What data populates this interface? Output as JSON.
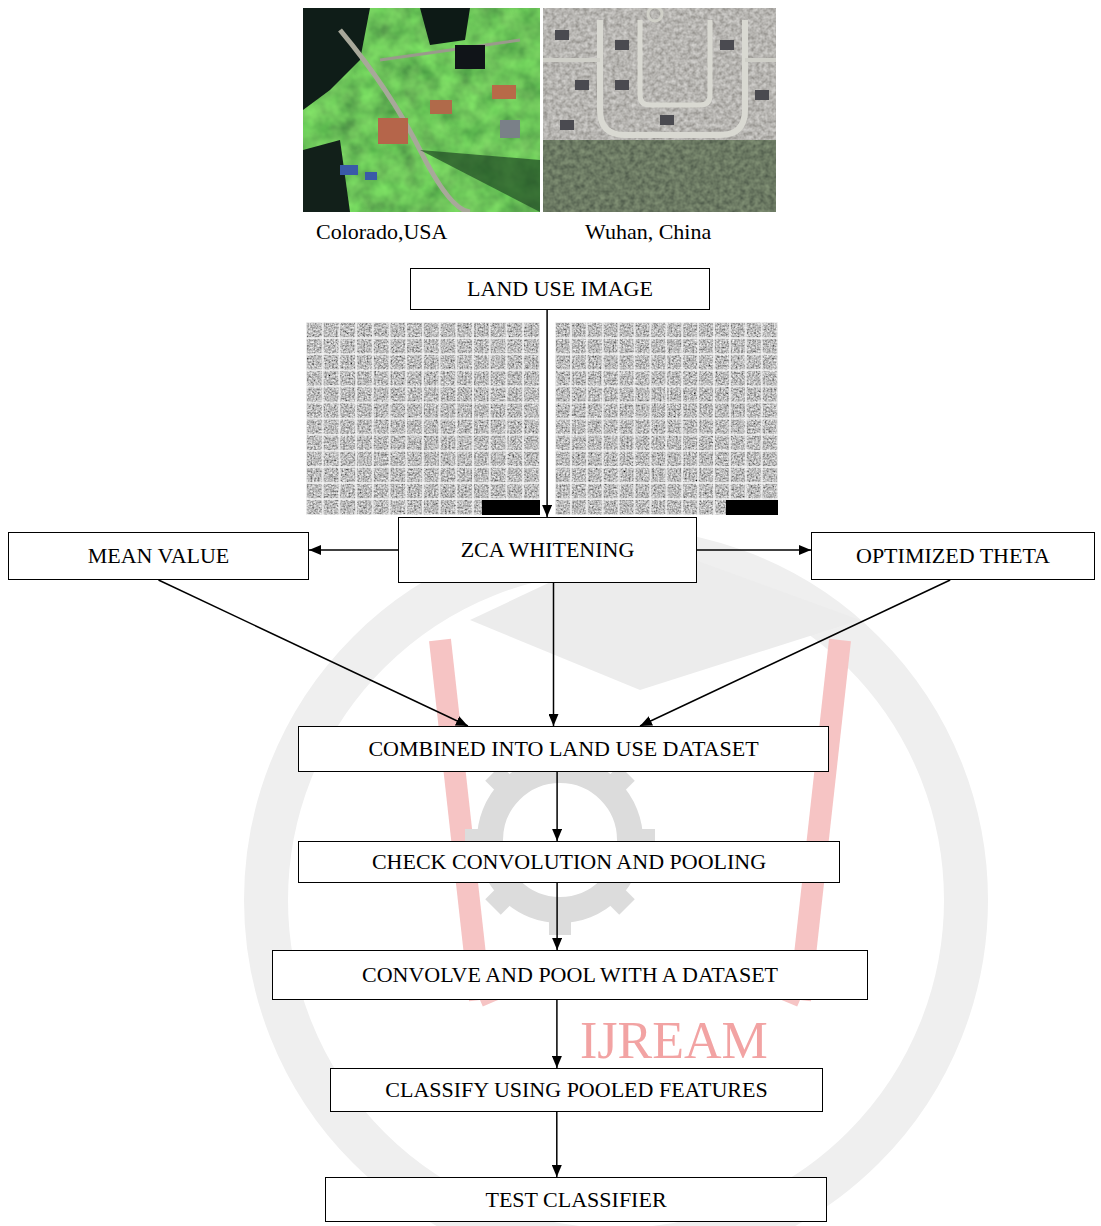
{
  "diagram": {
    "nodes": [
      {
        "text": [
          "LAND USE IMAGE"
        ]
      },
      {
        "text": [
          "MEAN VALUE"
        ]
      },
      {
        "text": [
          "ZCA WHITENING"
        ]
      },
      {
        "text": [
          "OPTIMIZED THETA"
        ]
      },
      {
        "text": [
          "COMBINED INTO LAND USE DATASET"
        ]
      },
      {
        "text": [
          "CHECK CONVOLUTION AND POOLING"
        ]
      },
      {
        "text": [
          "CONVOLVE AND POOL WITH A DATASET"
        ]
      },
      {
        "text": [
          "CLASSIFY USING POOLED FEATURES"
        ]
      },
      {
        "text": [
          "TEST CLASSIFIER"
        ]
      }
    ],
    "edges": [
      {
        "from": 0,
        "to": 2,
        "arrow": "to"
      },
      {
        "from": 2,
        "to": 1,
        "arrow": "to"
      },
      {
        "from": 2,
        "to": 3,
        "arrow": "to"
      },
      {
        "from": 1,
        "to": 4,
        "arrow": "to"
      },
      {
        "from": 2,
        "to": 4,
        "arrow": "to"
      },
      {
        "from": 3,
        "to": 4,
        "arrow": "to"
      },
      {
        "from": 4,
        "to": 5,
        "arrow": "to"
      },
      {
        "from": 5,
        "to": 6,
        "arrow": "to"
      },
      {
        "from": 6,
        "to": 7,
        "arrow": "to"
      },
      {
        "from": 7,
        "to": 8,
        "arrow": "to"
      }
    ],
    "labels": [
      "Colorado,USA",
      "Wuhan, China",
      "IJREAM"
    ]
  }
}
